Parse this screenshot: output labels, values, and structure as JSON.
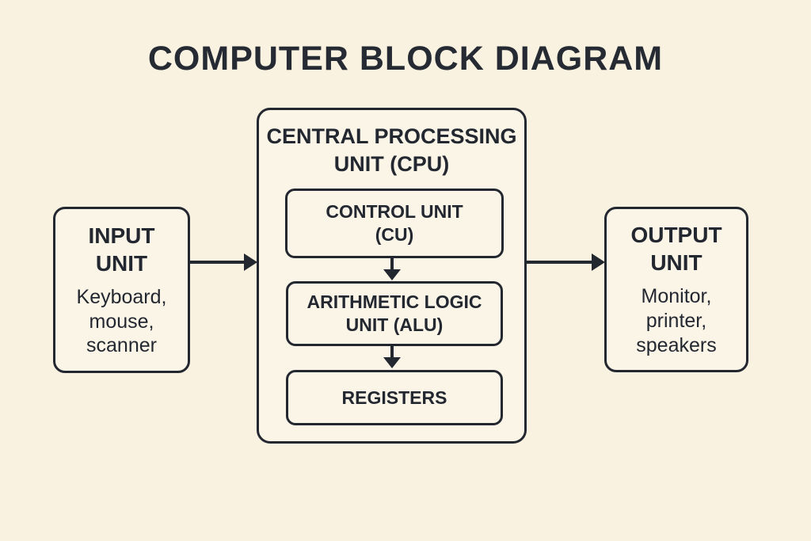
{
  "title": "COMPUTER BLOCK DIAGRAM",
  "colors": {
    "background": "#FAF2E1",
    "box_fill": "#FBF5E8",
    "ink": "#232730"
  },
  "blocks": {
    "input": {
      "title": "INPUT\nUNIT",
      "subtitle": "Keyboard,\nmouse,\nscanner"
    },
    "cpu": {
      "title": "CENTRAL PROCESSING\nUNIT (CPU)",
      "children": [
        {
          "id": "control-unit",
          "label": "CONTROL UNIT\n(CU)"
        },
        {
          "id": "alu",
          "label": "ARITHMETIC LOGIC\nUNIT (ALU)"
        },
        {
          "id": "registers",
          "label": "REGISTERS"
        }
      ]
    },
    "output": {
      "title": "OUTPUT\nUNIT",
      "subtitle": "Monitor,\nprinter,\nspeakers"
    }
  },
  "arrows": {
    "input_to_cpu": "input-to-cpu",
    "cpu_to_output": "cpu-to-output",
    "cu_to_alu": "cu-to-alu",
    "alu_to_registers": "alu-to-registers"
  }
}
